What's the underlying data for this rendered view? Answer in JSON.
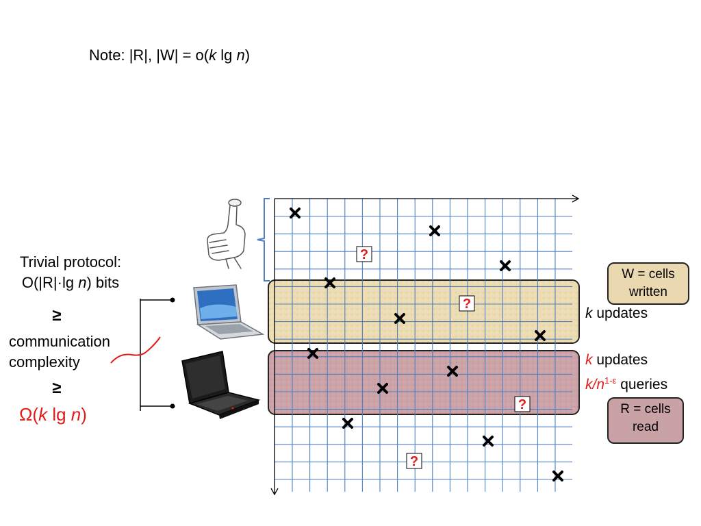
{
  "note": {
    "prefix": "Note: |R|, |W| = o(",
    "k": "k",
    "lg": " lg ",
    "n": "n",
    "suffix": ")"
  },
  "left": {
    "line1": "Trivial protocol:",
    "line2_prefix": "O(|R|·lg ",
    "line2_n": "n",
    "line2_suffix": ") bits",
    "geq": "≥",
    "comm1": "communication",
    "comm2": "complexity",
    "geq2": "≥",
    "omega_prefix": "Ω(",
    "omega_k": "k",
    "omega_lg": " lg ",
    "omega_n": "n",
    "omega_suffix": ")"
  },
  "right": {
    "k1": "k",
    "updates1": " updates",
    "k2": "k",
    "updates2": " updates",
    "queries_k": "k",
    "queries_slash_n": "/n",
    "queries_exp": "1-ε",
    "queries_suffix": " queries"
  },
  "boxes": {
    "w": "W = cells written",
    "r": "R = cells read"
  },
  "grid": {
    "question_mark": "?",
    "x_marks_count_label": "",
    "colors": {
      "grid_line": "#4f7fc0",
      "band_w": "#ecdcb3",
      "band_r": "#cba3a8",
      "question": "#e31a1a",
      "accent_red": "#e31a1a"
    }
  },
  "icons": [
    "thumb-up-hand-icon",
    "laptop-icon",
    "laptop-dark-icon",
    "x-mark-icon",
    "question-mark-icon"
  ]
}
